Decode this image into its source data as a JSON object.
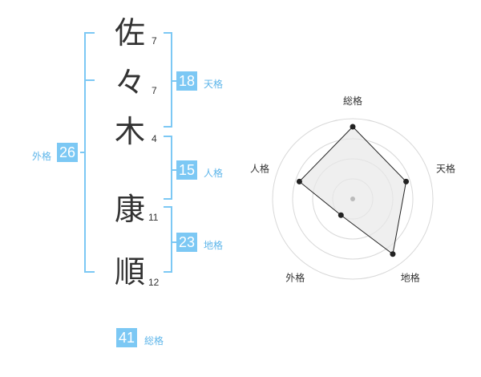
{
  "name": {
    "characters": [
      {
        "char": "佐",
        "strokes": "7"
      },
      {
        "char": "々",
        "strokes": "7"
      },
      {
        "char": "木",
        "strokes": "4"
      },
      {
        "char": "康",
        "strokes": "11"
      },
      {
        "char": "順",
        "strokes": "12"
      }
    ]
  },
  "fortunes": {
    "tenkaku": {
      "value": "18",
      "label": "天格"
    },
    "jinkaku": {
      "value": "15",
      "label": "人格"
    },
    "chikaku": {
      "value": "23",
      "label": "地格"
    },
    "gaikaku": {
      "value": "26",
      "label": "外格"
    },
    "soukaku": {
      "value": "41",
      "label": "総格"
    }
  },
  "radar": {
    "axes": [
      "総格",
      "天格",
      "地格",
      "外格",
      "人格"
    ],
    "values": [
      0.9,
      0.7,
      0.85,
      0.25,
      0.7
    ],
    "max": 1,
    "rings": 4
  },
  "colors": {
    "accent": "#7cc8f4",
    "accent_text": "#5fb6ea",
    "text": "#333333",
    "ring": "#d8d8d8",
    "radar_fill": "#e8e8e8"
  }
}
